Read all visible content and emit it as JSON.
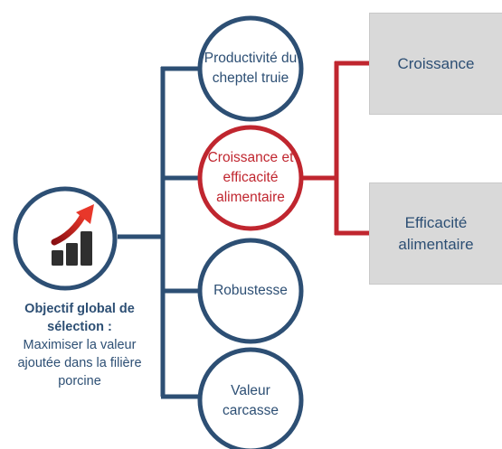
{
  "colors": {
    "blue": "#2d4f74",
    "red": "#c0262f",
    "box_fill": "#d9d9d9"
  },
  "goal": {
    "icon": "growth-bar-chart-icon",
    "title": "Objectif global de sélection :",
    "description": "Maximiser la valeur ajoutée dans la filière porcine"
  },
  "criteria": [
    {
      "label": "Productivité du cheptel truie",
      "highlighted": false
    },
    {
      "label": "Croissance et efficacité alimentaire",
      "highlighted": true
    },
    {
      "label": "Robustesse",
      "highlighted": false
    },
    {
      "label": "Valeur carcasse",
      "highlighted": false
    }
  ],
  "sub_criteria": [
    {
      "label": "Croissance"
    },
    {
      "label": "Efficacité alimentaire"
    }
  ]
}
